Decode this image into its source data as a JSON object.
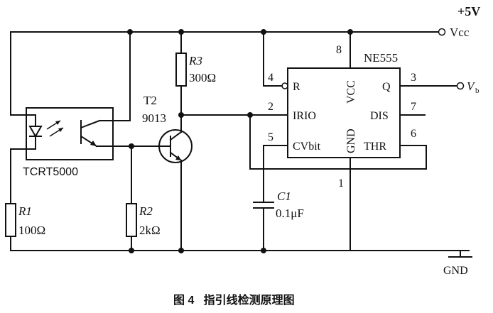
{
  "supply": {
    "voltage": "+5V",
    "vcc": "Vcc",
    "gnd": "GND"
  },
  "output": {
    "label": "V",
    "sub": "b"
  },
  "sensor": {
    "name": "TCRT5000"
  },
  "transistor": {
    "ref": "T2",
    "part": "9013"
  },
  "resistors": [
    {
      "ref": "R1",
      "value": "100Ω"
    },
    {
      "ref": "R2",
      "value": "2kΩ"
    },
    {
      "ref": "R3",
      "value": "300Ω"
    }
  ],
  "capacitor": {
    "ref": "C1",
    "value": "0.1μF"
  },
  "ic": {
    "name": "NE555",
    "pins": {
      "r": {
        "num": "4",
        "label": "R"
      },
      "irio": {
        "num": "2",
        "label": "IRIO"
      },
      "cvbit": {
        "num": "5",
        "label": "CVbit"
      },
      "vcc": {
        "num": "8",
        "label": "VCC"
      },
      "gnd": {
        "num": "1",
        "label": "GND"
      },
      "q": {
        "num": "3",
        "label": "Q"
      },
      "dis": {
        "num": "7",
        "label": "DIS"
      },
      "thr": {
        "num": "6",
        "label": "THR"
      }
    }
  },
  "caption": "图 4   指引线检测原理图"
}
